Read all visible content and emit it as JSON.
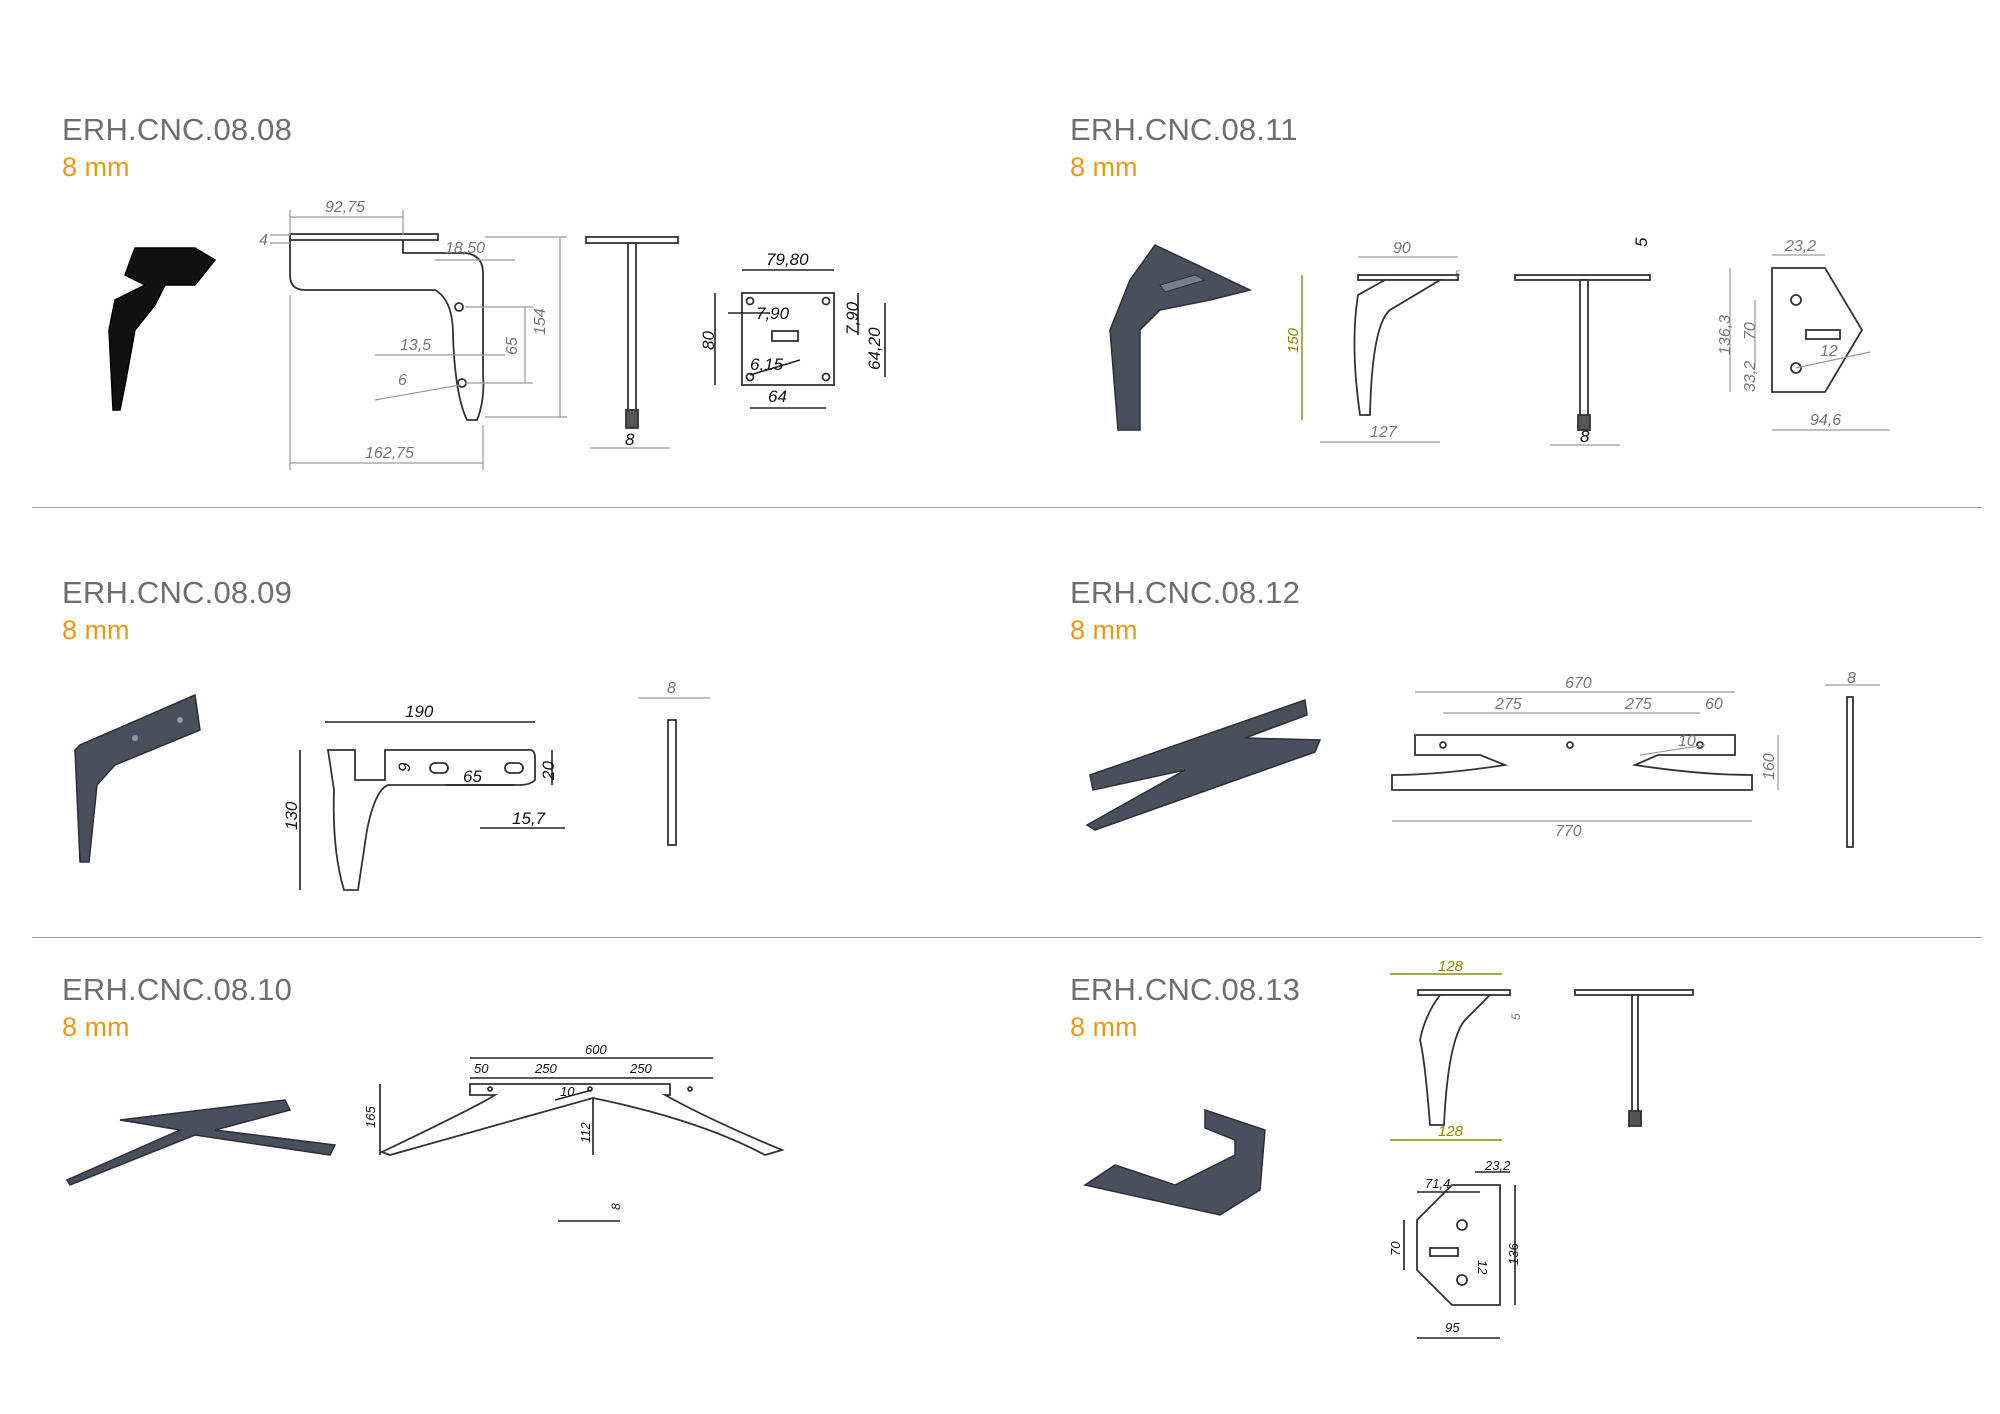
{
  "products": [
    {
      "code": "ERH.CNC.08.08",
      "thickness": "8 mm",
      "dims": [
        "92,75",
        "18,50",
        "4",
        "154",
        "65",
        "13,5",
        "6",
        "162,75",
        "8",
        "79,80",
        "7,90",
        "7,90",
        "80",
        "6,15",
        "64,20",
        "64"
      ]
    },
    {
      "code": "ERH.CNC.08.11",
      "thickness": "8 mm",
      "dims": [
        "90",
        "5",
        "150",
        "127",
        "8",
        "5",
        "23,2",
        "136,3",
        "70",
        "33,2",
        "12",
        "94,6"
      ]
    },
    {
      "code": "ERH.CNC.08.09",
      "thickness": "8 mm",
      "dims": [
        "190",
        "9",
        "65",
        "20",
        "15,7",
        "130",
        "8"
      ]
    },
    {
      "code": "ERH.CNC.08.12",
      "thickness": "8 mm",
      "dims": [
        "670",
        "275",
        "275",
        "60",
        "10",
        "160",
        "770",
        "8"
      ]
    },
    {
      "code": "ERH.CNC.08.10",
      "thickness": "8 mm",
      "dims": [
        "600",
        "50",
        "250",
        "250",
        "10",
        "165",
        "112",
        "8"
      ]
    },
    {
      "code": "ERH.CNC.08.13",
      "thickness": "8 mm",
      "dims": [
        "128",
        "5",
        "128",
        "23,2",
        "71,4",
        "70",
        "12",
        "136",
        "95"
      ]
    }
  ],
  "colors": {
    "code": "#6d6e71",
    "thickness": "#e39b1b",
    "divider": "#9a9a9a",
    "part": "#4a4f5c"
  }
}
